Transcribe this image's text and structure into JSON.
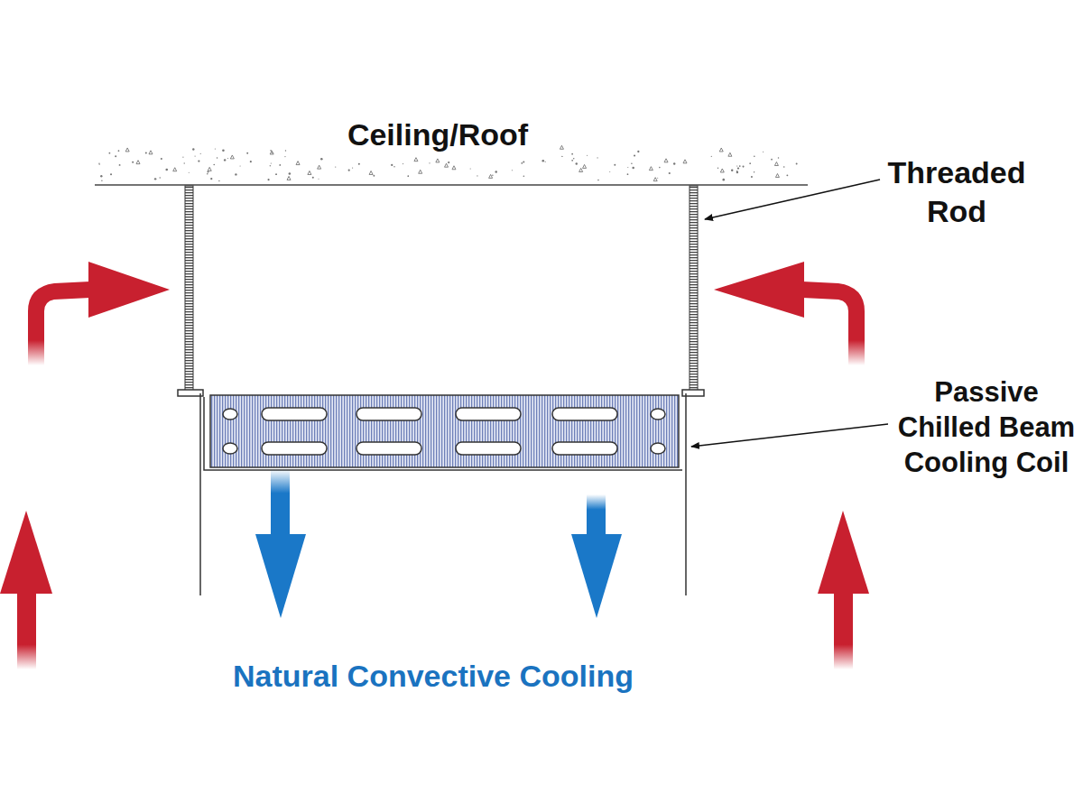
{
  "diagram": {
    "labels": [
      "Ceiling/Roof",
      "Threaded Rod",
      "Passive Chilled Beam Cooling Coil",
      "Natural Convective Cooling"
    ]
  }
}
